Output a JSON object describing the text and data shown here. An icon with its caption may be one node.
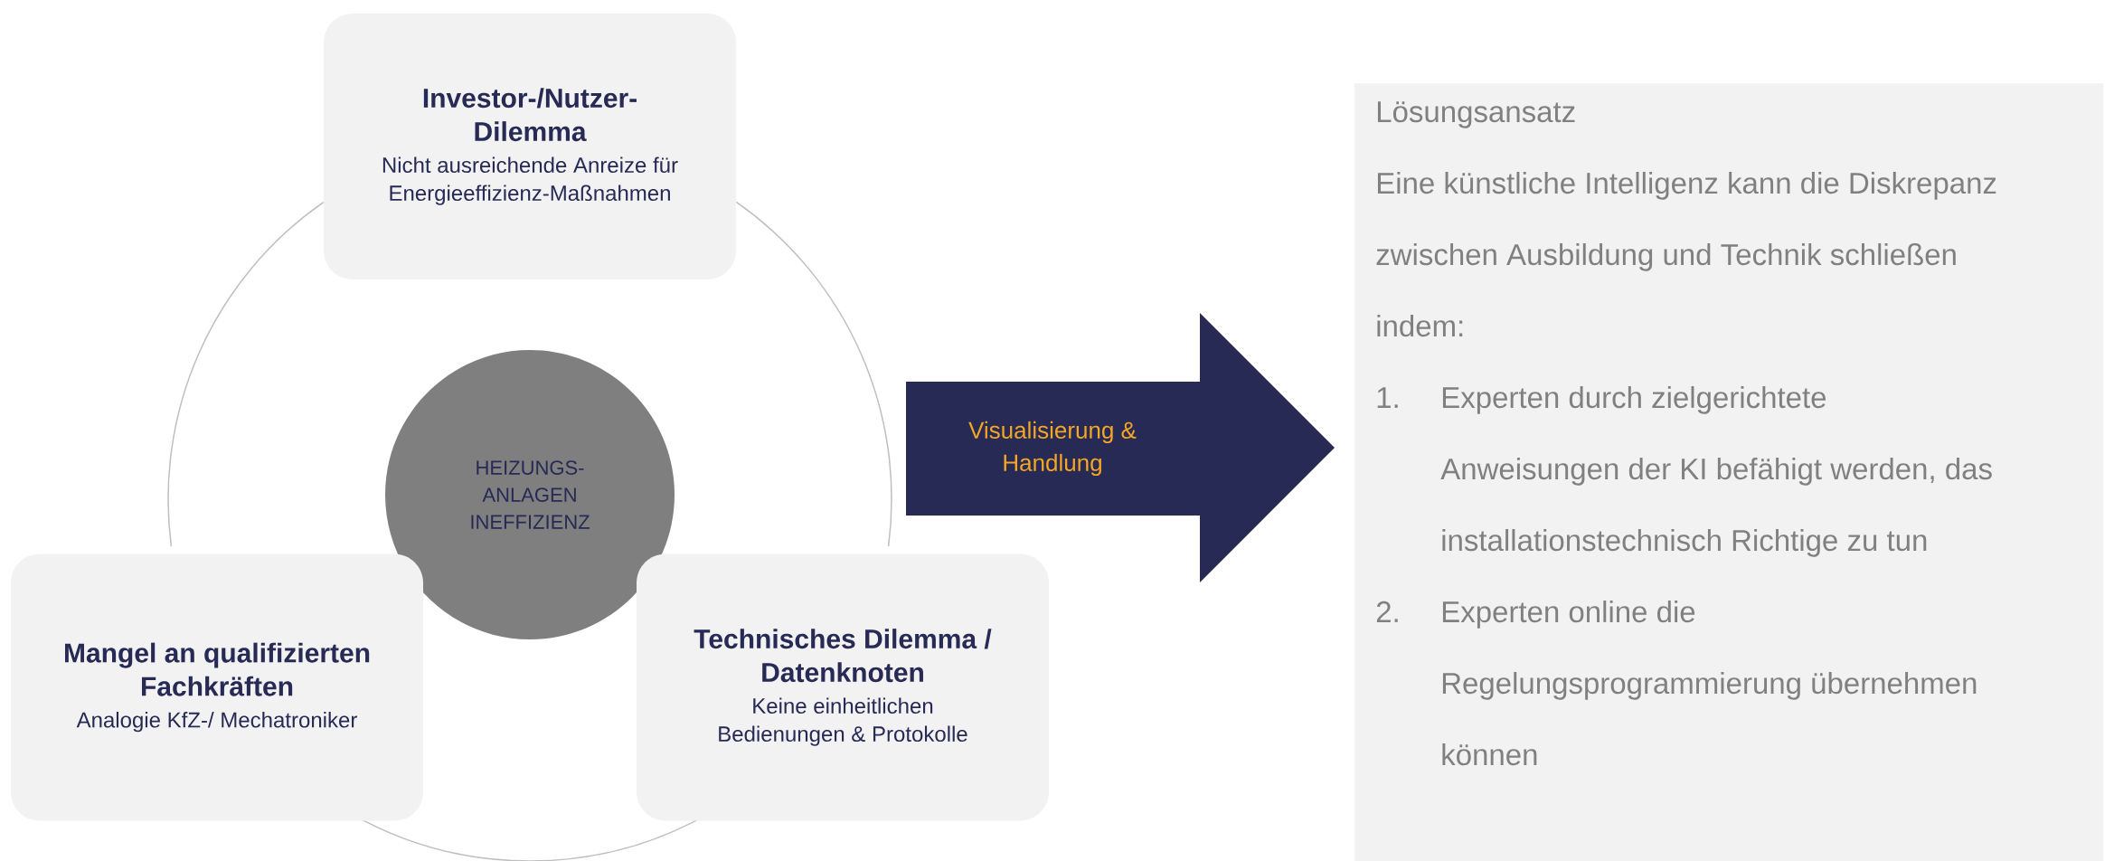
{
  "diagram": {
    "nodes": [
      {
        "text": [
          "Investor-/Nutzer- Dilemma",
          "Nicht ausreichende Anreize für Energieeffizienz-Maßnahmen"
        ]
      },
      {
        "text": [
          "HEIZUNGS- ANLAGEN INEFFIZIENZ"
        ]
      },
      {
        "text": [
          "Mangel an qualifizierten Fachkräften",
          "Analogie KfZ-/ Mechatroniker"
        ]
      },
      {
        "text": [
          "Technisches Dilemma / Datenknoten",
          "Keine einheitlichen Bedienungen & Protokolle"
        ]
      },
      {
        "text": [
          "Lösungsansatz",
          "Eine künstliche Intelligenz kann die Diskrepanz zwischen Ausbildung und Technik schließen indem:",
          "1.",
          "Experten durch zielgerichtete Anweisungen der KI befähigt werden, das installationstechnisch Richtige zu tun",
          "2.",
          "Experten online die Regelungsprogrammierung übernehmen können"
        ]
      }
    ],
    "edges": [
      {
        "from": 0,
        "to": 3,
        "arrow": "none"
      },
      {
        "from": 3,
        "to": 2,
        "arrow": "none"
      },
      {
        "from": 2,
        "to": 0,
        "arrow": "none"
      },
      {
        "from": 3,
        "to": 4,
        "arrow": "to",
        "label": "Visualisierung & Handlung"
      }
    ]
  }
}
